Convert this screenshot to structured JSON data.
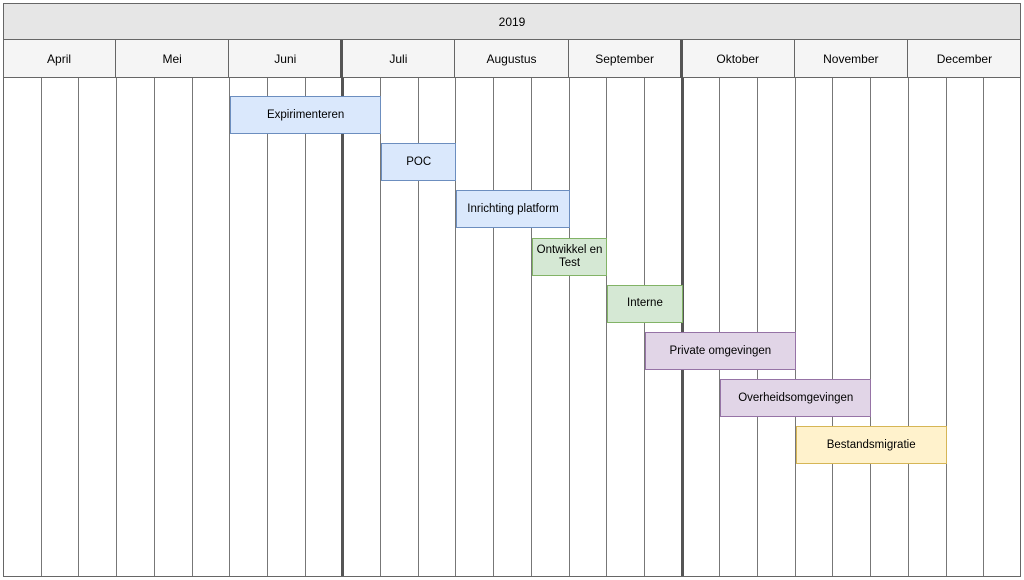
{
  "chart_data": {
    "type": "gantt",
    "year": "2019",
    "months": [
      "April",
      "Mei",
      "Juni",
      "Juli",
      "Augustus",
      "September",
      "Oktober",
      "November",
      "December"
    ],
    "columns_per_month": 3,
    "tasks": [
      {
        "label": "Expirimenteren",
        "start": 6,
        "end": 10,
        "row": 0,
        "color": "blue"
      },
      {
        "label": "POC",
        "start": 10,
        "end": 12,
        "row": 1,
        "color": "blue"
      },
      {
        "label": "Inrichting platform",
        "start": 12,
        "end": 15,
        "row": 2,
        "color": "blue"
      },
      {
        "label": "Ontwikkel en Test",
        "start": 14,
        "end": 16,
        "row": 3,
        "color": "green"
      },
      {
        "label": "Interne",
        "start": 16,
        "end": 18,
        "row": 4,
        "color": "green"
      },
      {
        "label": "Private omgevingen",
        "start": 17,
        "end": 21,
        "row": 5,
        "color": "purple"
      },
      {
        "label": "Overheidsomgevingen",
        "start": 19,
        "end": 23,
        "row": 6,
        "color": "purple"
      },
      {
        "label": "Bestandsmigratie",
        "start": 21,
        "end": 25,
        "row": 7,
        "color": "yellow"
      }
    ]
  }
}
